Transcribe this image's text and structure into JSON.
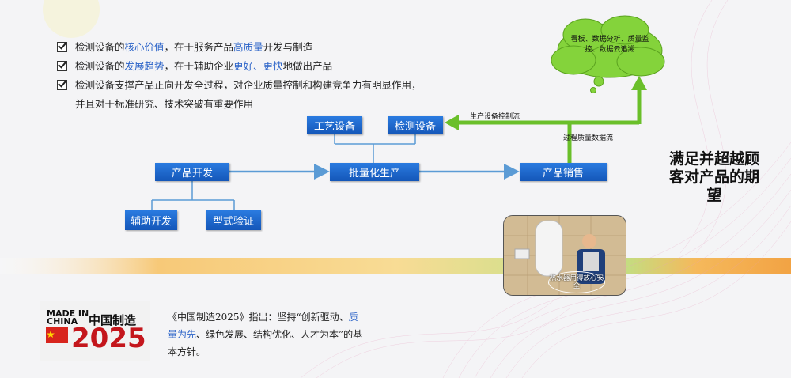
{
  "checklist": {
    "line1": {
      "a": "检测设备的",
      "b": "核心价值",
      "c": "，在于服务产品",
      "d": "高质量",
      "e": "开发与制造"
    },
    "line2": {
      "a": "检测设备的",
      "b": "发展趋势",
      "c": "，在于辅助企业",
      "d": "更好、更快",
      "e": "地做出产品"
    },
    "line3": {
      "a": "检测设备支撑产品正向开发全过程，对企业质量控制和构建竞争力有明显作用，",
      "b": "并且对于标准研究、技术突破有重要作用"
    }
  },
  "diagram": {
    "product_dev": "产品开发",
    "mass_production": "批量化生产",
    "product_sales": "产品销售",
    "process_equipment": "工艺设备",
    "test_equipment": "检测设备",
    "aux_dev": "辅助开发",
    "type_verify": "型式验证",
    "control_flow_label": "生产设备控制流",
    "quality_flow_label": "过程质量数据流",
    "cloud_text": "看板、数据分析、质量监控、数据云追溯"
  },
  "slogan": "满足并超越顾客对产品的期望",
  "photo": {
    "caption": "热水器用得放心安全"
  },
  "badge": {
    "made_in": "MADE IN",
    "china": "CHINA",
    "cn_text": "中国制造",
    "year": "2025"
  },
  "quote": {
    "part1": "《中国制造2025》指出：坚持“创新驱动、",
    "hl": "质量为先",
    "part2": "、绿色发展、结构优化、人才为本”的基本方针。"
  },
  "colors": {
    "box_blue": "#1a66cc",
    "arrow_blue": "#5b9bd5",
    "arrow_green": "#6abf2a",
    "highlight": "#2b63c8"
  }
}
